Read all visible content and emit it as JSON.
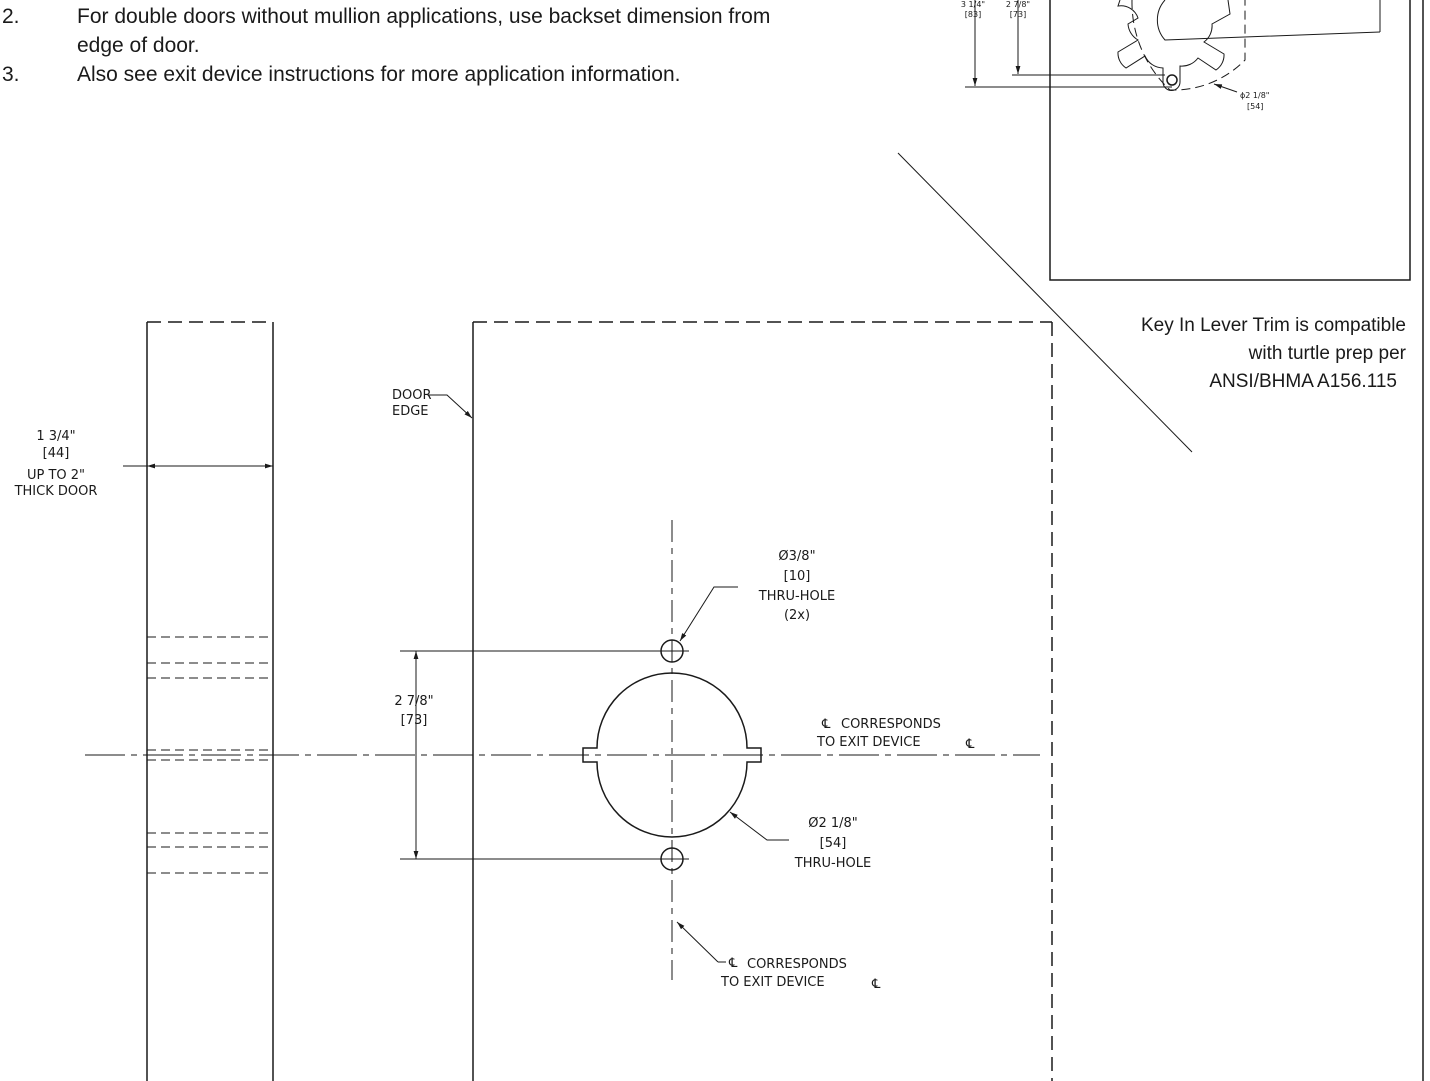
{
  "notes": [
    {
      "num": "2.",
      "lines": [
        "For double doors without mullion applications, use backset dimension from",
        "edge of door."
      ]
    },
    {
      "num": "3.",
      "lines": [
        "Also see exit device instructions for more application information."
      ]
    }
  ],
  "inset_detail": {
    "dim_left_1": "3 1/4\"",
    "dim_left_1_mm": "[83]",
    "dim_left_2": "2 7/8\"",
    "dim_left_2_mm": "[73]",
    "dia": "ϕ2 1/8\"",
    "dia_mm": "[54]"
  },
  "compat_note": [
    "Key In Lever Trim is compatible",
    "with turtle prep per",
    "ANSI/BHMA A156.115"
  ],
  "door_edge_label": [
    "DOOR",
    "EDGE"
  ],
  "thickness": [
    "1 3/4\"",
    "[44]",
    "UP TO 2\"",
    "THICK DOOR"
  ],
  "small_hole": [
    "Ø3/8\"",
    "[10]",
    "THRU-HOLE",
    "(2x)"
  ],
  "hole_spacing": [
    "2 7/8\"",
    "[73]"
  ],
  "cl_right": [
    "CORRESPONDS",
    "TO EXIT DEVICE"
  ],
  "large_hole": [
    "Ø2 1/8\"",
    "[54]",
    "THRU-HOLE"
  ],
  "cl_bottom": [
    "CORRESPONDS",
    "TO EXIT DEVICE"
  ],
  "cl_symbol": "℄"
}
